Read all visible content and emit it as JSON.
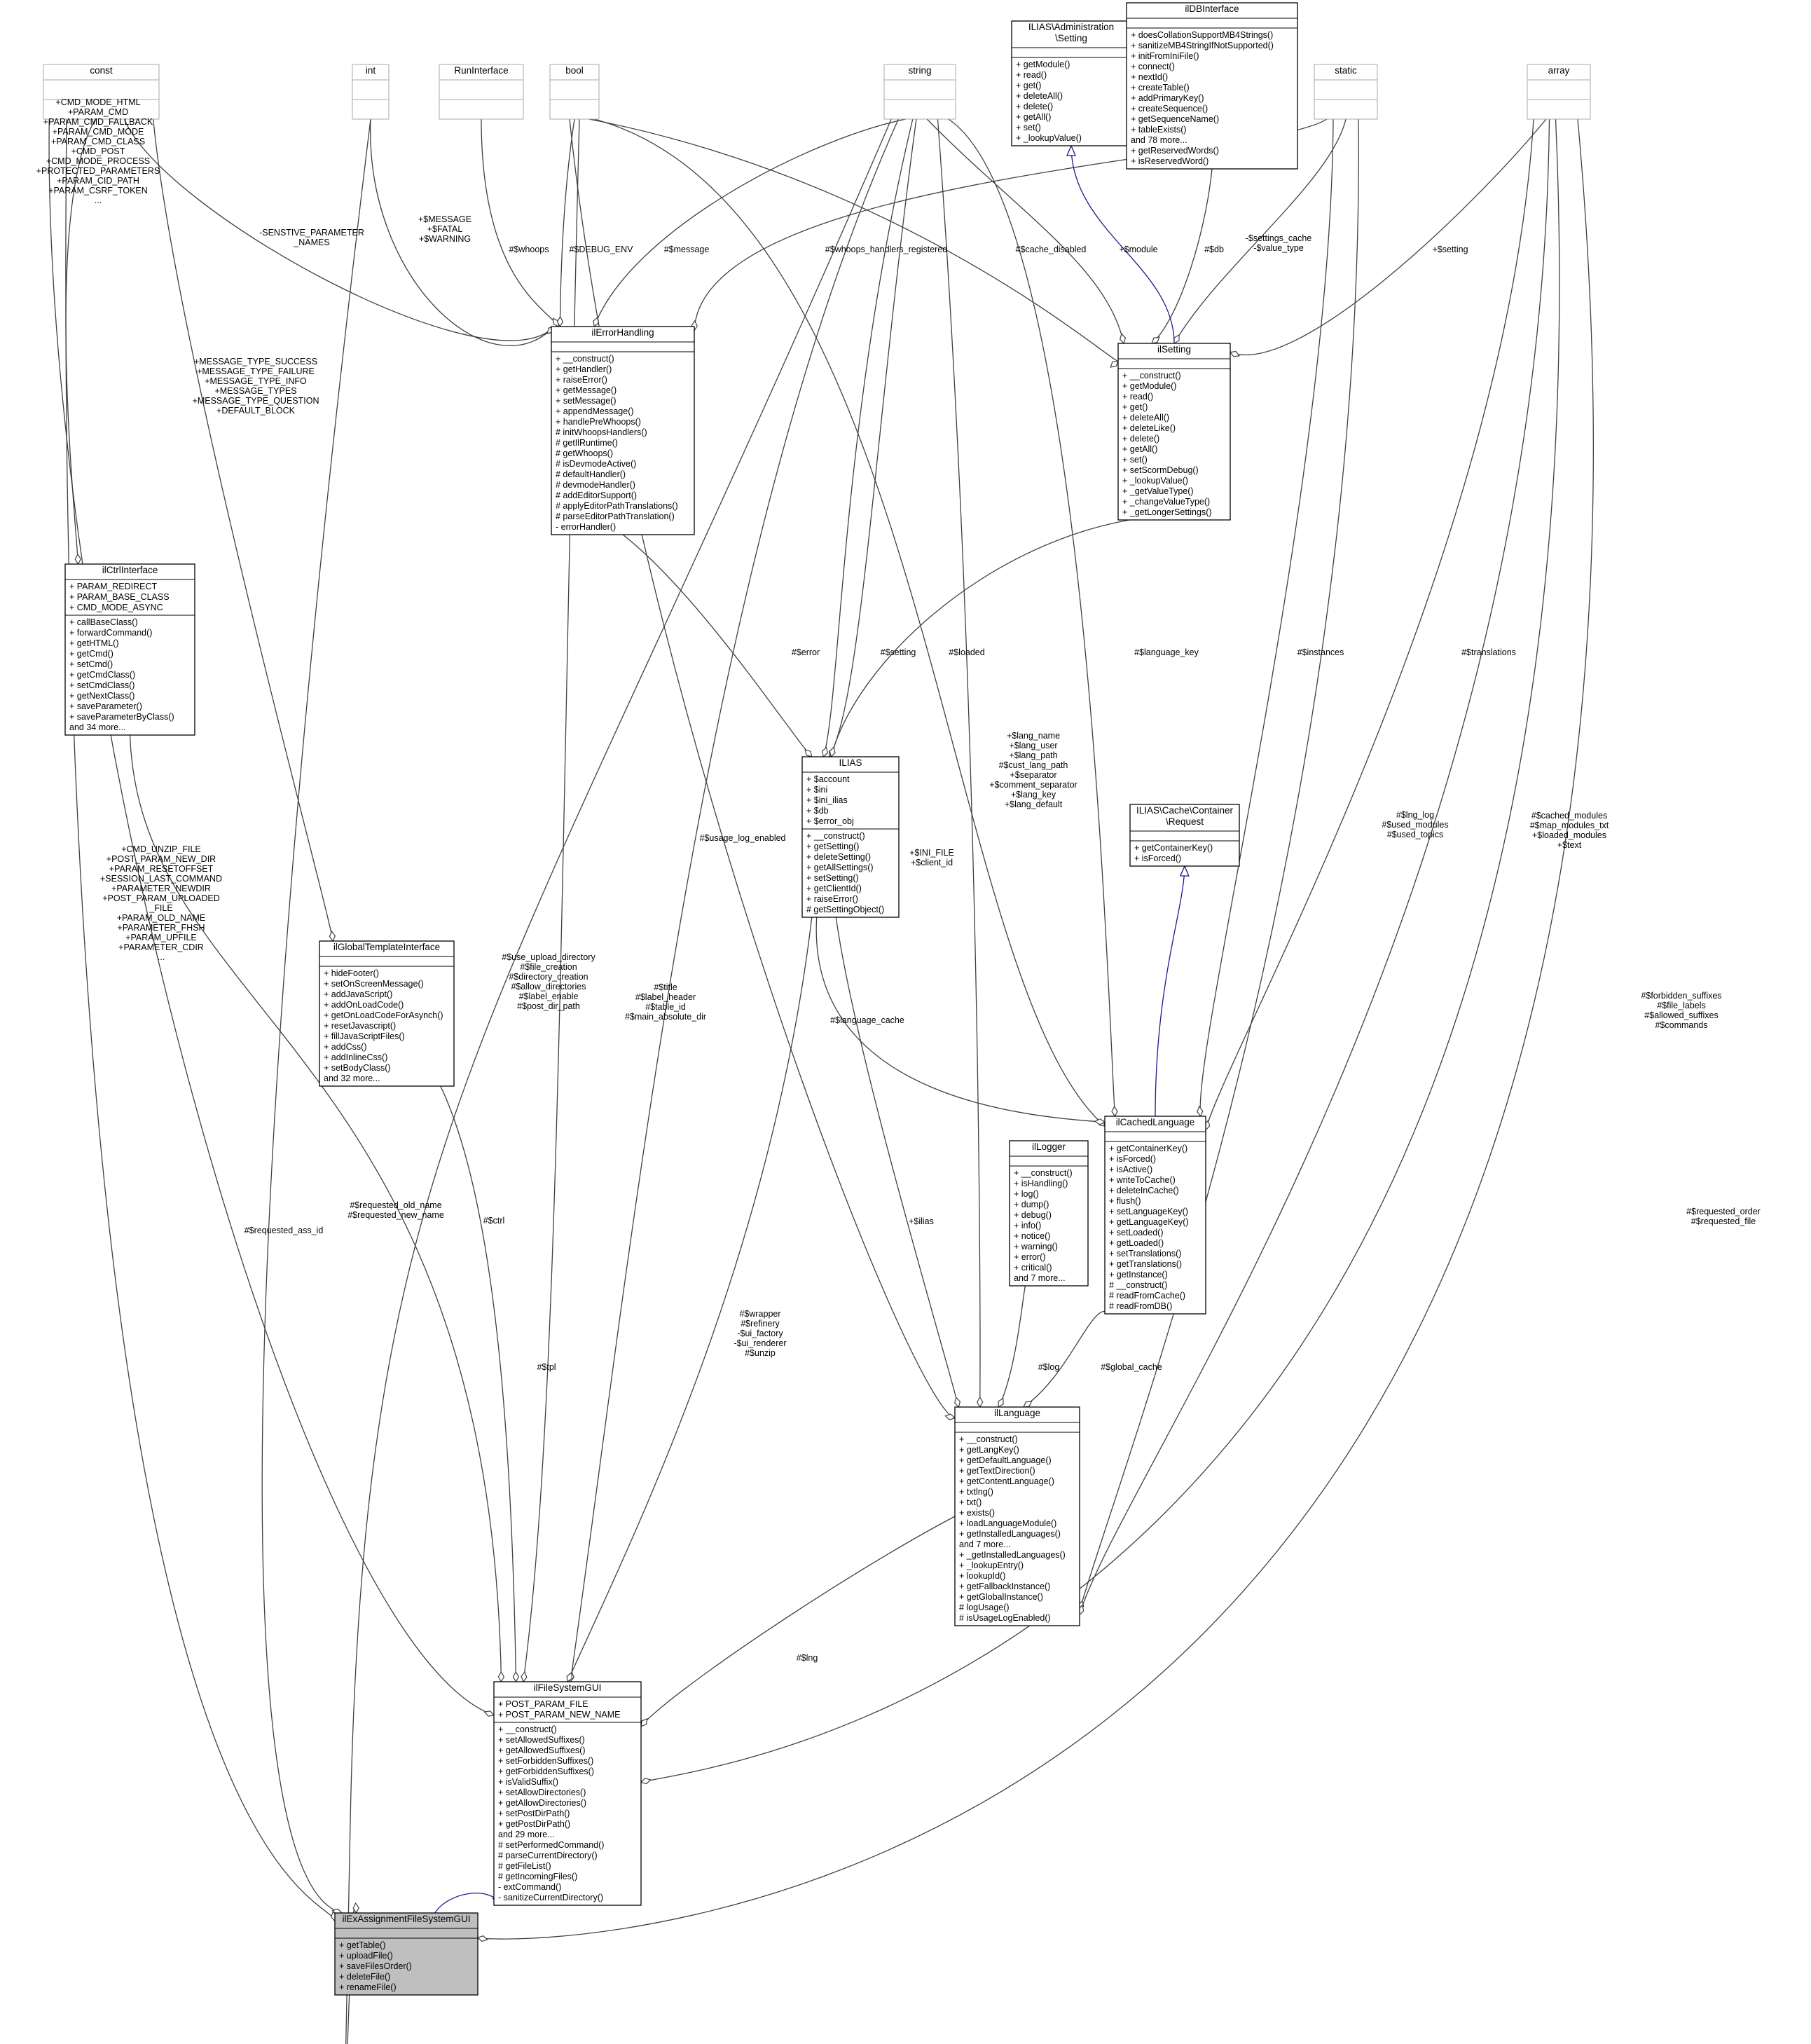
{
  "diagram": {
    "nodes": {
      "const": {
        "title": [
          "const"
        ],
        "attrs": [],
        "methods": [],
        "grey": true
      },
      "int": {
        "title": [
          "int"
        ],
        "attrs": [],
        "methods": [],
        "grey": true
      },
      "runinterface": {
        "title": [
          "RunInterface"
        ],
        "attrs": [],
        "methods": [],
        "grey": true
      },
      "bool": {
        "title": [
          "bool"
        ],
        "attrs": [],
        "methods": [],
        "grey": true
      },
      "string": {
        "title": [
          "string"
        ],
        "attrs": [],
        "methods": [],
        "grey": true
      },
      "static": {
        "title": [
          "static"
        ],
        "attrs": [],
        "methods": [],
        "grey": true
      },
      "array": {
        "title": [
          "array"
        ],
        "attrs": [],
        "methods": [],
        "grey": true
      },
      "admin_setting": {
        "title": [
          "ILIAS\\Administration",
          "\\Setting"
        ],
        "attrs": [],
        "methods": [
          "+ getModule()",
          "+ read()",
          "+ get()",
          "+ deleteAll()",
          "+ delete()",
          "+ getAll()",
          "+ set()",
          "+ _lookupValue()"
        ]
      },
      "ildbinterface": {
        "title": [
          "ilDBInterface"
        ],
        "attrs": [],
        "methods": [
          "+ doesCollationSupportMB4Strings()",
          "+ sanitizeMB4StringIfNotSupported()",
          "+ initFromIniFile()",
          "+ connect()",
          "+ nextId()",
          "+ createTable()",
          "+ addPrimaryKey()",
          "+ createSequence()",
          "+ getSequenceName()",
          "+ tableExists()",
          "and 78 more...",
          "+ getReservedWords()",
          "+ isReservedWord()"
        ]
      },
      "ilerrorhandling": {
        "title": [
          "ilErrorHandling"
        ],
        "attrs": [],
        "methods": [
          "+ __construct()",
          "+ getHandler()",
          "+ raiseError()",
          "+ getMessage()",
          "+ setMessage()",
          "+ appendMessage()",
          "+ handlePreWhoops()",
          "# initWhoopsHandlers()",
          "# getIlRuntime()",
          "# getWhoops()",
          "# isDevmodeActive()",
          "# defaultHandler()",
          "# devmodeHandler()",
          "# addEditorSupport()",
          "# applyEditorPathTranslations()",
          "# parseEditorPathTranslation()",
          "- errorHandler()"
        ]
      },
      "ilsetting": {
        "title": [
          "ilSetting"
        ],
        "attrs": [],
        "methods": [
          "+ __construct()",
          "+ getModule()",
          "+ read()",
          "+ get()",
          "+ deleteAll()",
          "+ deleteLike()",
          "+ delete()",
          "+ getAll()",
          "+ set()",
          "+ setScormDebug()",
          "+ _lookupValue()",
          "+ _getValueType()",
          "+ _changeValueType()",
          "+ _getLongerSettings()"
        ]
      },
      "ilctrlinterface": {
        "title": [
          "ilCtrlInterface"
        ],
        "attrs": [
          "+ PARAM_REDIRECT",
          "+ PARAM_BASE_CLASS",
          "+ CMD_MODE_ASYNC"
        ],
        "methods": [
          "+ callBaseClass()",
          "+ forwardCommand()",
          "+ getHTML()",
          "+ getCmd()",
          "+ setCmd()",
          "+ getCmdClass()",
          "+ setCmdClass()",
          "+ getNextClass()",
          "+ saveParameter()",
          "+ saveParameterByClass()",
          "and 34 more..."
        ]
      },
      "ilias": {
        "title": [
          "ILIAS"
        ],
        "attrs": [
          "+ $account",
          "+ $ini",
          "+ $ini_ilias",
          "+ $db",
          "+ $error_obj"
        ],
        "methods": [
          "+ __construct()",
          "+ getSetting()",
          "+ deleteSetting()",
          "+ getAllSettings()",
          "+ setSetting()",
          "+ getClientId()",
          "+ raiseError()",
          "# getSettingObject()"
        ]
      },
      "cache_request": {
        "title": [
          "ILIAS\\Cache\\Container",
          "\\Request"
        ],
        "attrs": [],
        "methods": [
          "+ getContainerKey()",
          "+ isForced()"
        ]
      },
      "ilglobaltemplateinterface": {
        "title": [
          "ilGlobalTemplateInterface"
        ],
        "attrs": [],
        "methods": [
          "+ hideFooter()",
          "+ setOnScreenMessage()",
          "+ addJavaScript()",
          "+ addOnLoadCode()",
          "+ getOnLoadCodeForAsynch()",
          "+ resetJavascript()",
          "+ fillJavaScriptFiles()",
          "+ addCss()",
          "+ addInlineCss()",
          "+ setBodyClass()",
          "and 32 more..."
        ]
      },
      "ilcachedlanguage": {
        "title": [
          "ilCachedLanguage"
        ],
        "attrs": [],
        "methods": [
          "+ getContainerKey()",
          "+ isForced()",
          "+ isActive()",
          "+ writeToCache()",
          "+ deleteInCache()",
          "+ flush()",
          "+ setLanguageKey()",
          "+ getLanguageKey()",
          "+ setLoaded()",
          "+ getLoaded()",
          "+ setTranslations()",
          "+ getTranslations()",
          "+ getInstance()",
          "# __construct()",
          "# readFromCache()",
          "# readFromDB()"
        ]
      },
      "illogger": {
        "title": [
          "ilLogger"
        ],
        "attrs": [],
        "methods": [
          "+ __construct()",
          "+ isHandling()",
          "+ log()",
          "+ dump()",
          "+ debug()",
          "+ info()",
          "+ notice()",
          "+ warning()",
          "+ error()",
          "+ critical()",
          "and 7 more..."
        ]
      },
      "illanguage": {
        "title": [
          "ilLanguage"
        ],
        "attrs": [],
        "methods": [
          "+ __construct()",
          "+ getLangKey()",
          "+ getDefaultLanguage()",
          "+ getTextDirection()",
          "+ getContentLanguage()",
          "+ txtlng()",
          "+ txt()",
          "+ exists()",
          "+ loadLanguageModule()",
          "+ getInstalledLanguages()",
          "and 7 more...",
          "+ _getInstalledLanguages()",
          "+ _lookupEntry()",
          "+ lookupId()",
          "+ getFallbackInstance()",
          "+ getGlobalInstance()",
          "# logUsage()",
          "# isUsageLogEnabled()"
        ]
      },
      "ilfilesystemgui": {
        "title": [
          "ilFileSystemGUI"
        ],
        "attrs": [
          "+ POST_PARAM_FILE",
          "+ POST_PARAM_NEW_NAME"
        ],
        "methods": [
          "+ __construct()",
          "+ setAllowedSuffixes()",
          "+ getAllowedSuffixes()",
          "+ setForbiddenSuffixes()",
          "+ getForbiddenSuffixes()",
          "+ isValidSuffix()",
          "+ setAllowDirectories()",
          "+ getAllowDirectories()",
          "+ setPostDirPath()",
          "+ getPostDirPath()",
          "and 29 more...",
          "# setPerformedCommand()",
          "# parseCurrentDirectory()",
          "# getFileList()",
          "# getIncomingFiles()",
          "- extCommand()",
          "- sanitizeCurrentDirectory()"
        ]
      },
      "ilexassignmentfilesystemgui": {
        "title": [
          "ilExAssignmentFileSystemGUI"
        ],
        "attrs": [],
        "methods": [
          "+ getTable()",
          "+ uploadFile()",
          "+ saveFilesOrder()",
          "+ deleteFile()",
          "+ renameFile()"
        ],
        "highlight": true
      }
    },
    "edge_labels": {
      "const_errh": [
        "-SENSTIVE_PARAMETER",
        "_NAMES"
      ],
      "const_ctrl": [
        "+CMD_MODE_HTML",
        "+PARAM_CMD",
        "+PARAM_CMD_FALLBACK",
        "+PARAM_CMD_MODE",
        "+PARAM_CMD_CLASS",
        "+CMD_POST",
        "+CMD_MODE_PROCESS",
        "+PROTECTED_PARAMETERS",
        "+PARAM_CID_PATH",
        "+PARAM_CSRF_TOKEN",
        "..."
      ],
      "const_tpl": [
        "+MESSAGE_TYPE_SUCCESS",
        "+MESSAGE_TYPE_FAILURE",
        "+MESSAGE_TYPE_INFO",
        "+MESSAGE_TYPES",
        "+MESSAGE_TYPE_QUESTION",
        "+DEFAULT_BLOCK"
      ],
      "const_fsgui": [
        "+CMD_UNZIP_FILE",
        "+POST_PARAM_NEW_DIR",
        "+PARAM_RESETOFFSET",
        "+SESSION_LAST_COMMAND",
        "+PARAMETER_NEWDIR",
        "+POST_PARAM_UPLOADED",
        "_FILE",
        "+PARAM_OLD_NAME",
        "+PARAMETER_FHSH",
        "+PARAM_UPFILE",
        "+PARAMETER_CDIR",
        "..."
      ],
      "int_errh": [
        "+$MESSAGE",
        "+$FATAL",
        "+$WARNING"
      ],
      "run_errh": [
        "#$whoops"
      ],
      "bool_errh": [
        "#$DEBUG_ENV"
      ],
      "string_errh": [
        "#$message"
      ],
      "static_errh": [
        "#$whoops_handlers_registered"
      ],
      "bool_set": [
        "#$cache_disabled"
      ],
      "string_set": [
        "+$module"
      ],
      "db_set": [
        "#$db"
      ],
      "static_set": [
        "-$settings_cache",
        "-$value_type"
      ],
      "array_set": [
        "+$setting"
      ],
      "string_ilias": [
        "+$INI_FILE",
        "+$client_id"
      ],
      "errh_ilias": [
        "#$error"
      ],
      "set_ilias": [
        "#$setting"
      ],
      "bool_lang": [
        "#$usage_log_enabled"
      ],
      "bool_cached": [
        "#$loaded"
      ],
      "string_cached": [
        "#$language_key"
      ],
      "static_cached": [
        "#$instances"
      ],
      "array_cached": [
        "#$translations"
      ],
      "string_lang": [
        "+$lang_name",
        "+$lang_user",
        "+$lang_path",
        "#$cust_lang_path",
        "+$separator",
        "+$comment_separator",
        "+$lang_key",
        "+$lang_default"
      ],
      "array_lang1": [
        "#$lng_log",
        "#$used_modules",
        "#$used_topics"
      ],
      "array_lang2": [
        "#$cached_modules",
        "#$map_modules_txt",
        "+$loaded_modules",
        "+$text"
      ],
      "ilias_cached": [
        "#$language_cache"
      ],
      "ilias_lang": [
        "+$ilias"
      ],
      "logger_lang": [
        "#$log"
      ],
      "cached_lang": [
        "#$global_cache"
      ],
      "lang_fsgui": [
        "#$lng"
      ],
      "string_fsgui": [
        "#$title",
        "#$label_header",
        "#$table_id",
        "#$main_absolute_dir"
      ],
      "bool_fsgui": [
        "#$use_upload_directory",
        "#$file_creation",
        "#$directory_creation",
        "#$allow_directories",
        "#$label_enable",
        "#$post_dir_path"
      ],
      "ilias_fsgui": [
        "#$wrapper",
        "#$refinery",
        "-$ui_factory",
        "-$ui_renderer",
        "#$unzip"
      ],
      "ctrl_fsgui": [
        "#$ctrl"
      ],
      "tpl_fsgui": [
        "#$tpl"
      ],
      "array_fsgui": [
        "#$forbidden_suffixes",
        "#$file_labels",
        "#$allowed_suffixes",
        "#$commands"
      ],
      "int_ex": [
        "#$requested_ass_id"
      ],
      "string_ex": [
        "#$requested_old_name",
        "#$requested_new_name"
      ],
      "array_ex": [
        "#$requested_order",
        "#$requested_file"
      ]
    }
  }
}
